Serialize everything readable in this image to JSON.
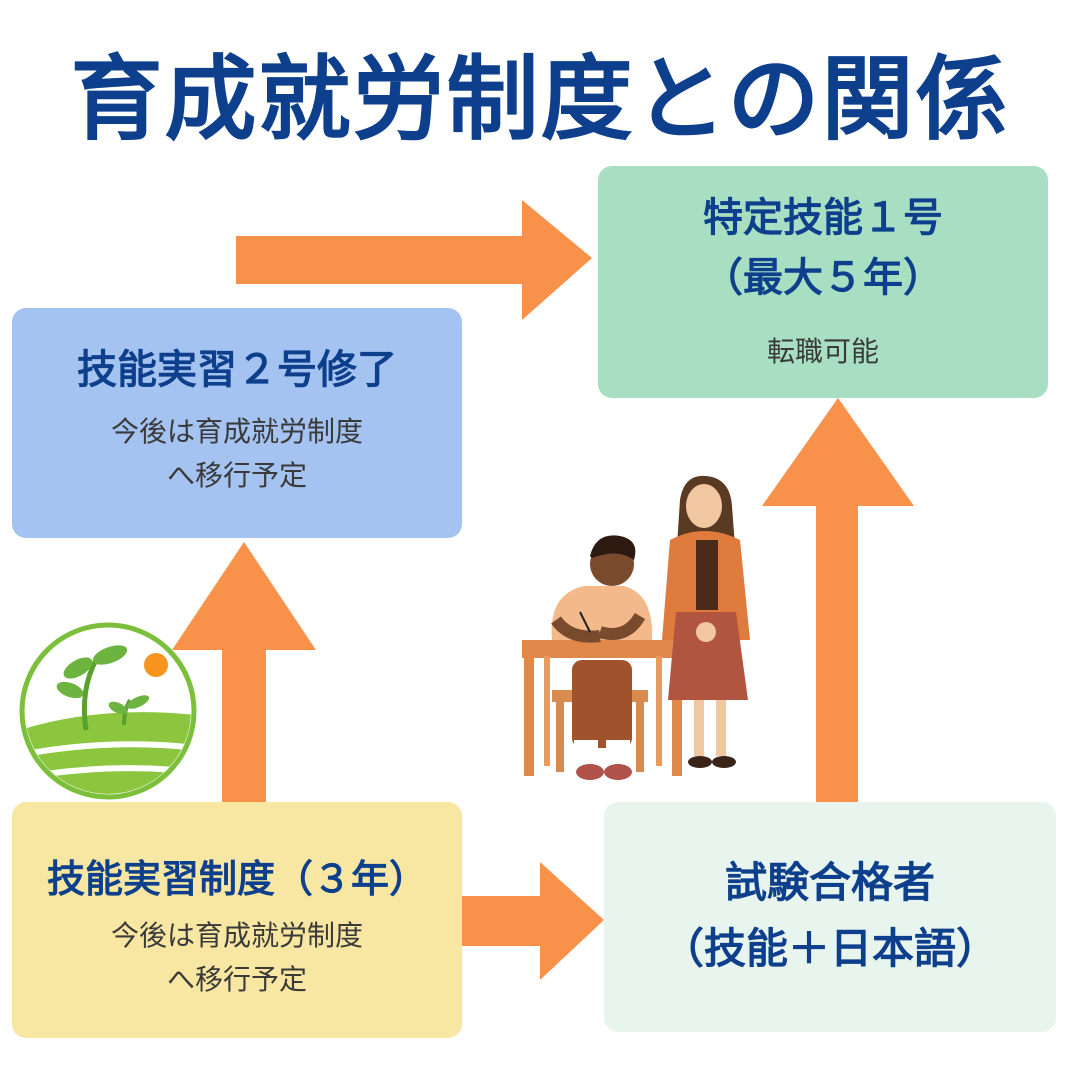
{
  "title": "育成就労制度との関係",
  "boxes": {
    "tokutei": {
      "heading_line1": "特定技能１号",
      "heading_line2": "（最大５年）",
      "sub": "転職可能"
    },
    "gino2": {
      "heading": "技能実習２号修了",
      "sub_line1": "今後は育成就労制度",
      "sub_line2": "へ移行予定"
    },
    "gino_seido": {
      "heading": "技能実習制度（３年）",
      "sub_line1": "今後は育成就労制度",
      "sub_line2": "へ移行予定"
    },
    "shiken": {
      "heading_line1": "試験合格者",
      "heading_line2": "（技能＋日本語）"
    }
  },
  "colors": {
    "title": "#0d3f8c",
    "arrow": "#f8914a",
    "tokutei_bg": "#a8dfc2",
    "gino2_bg": "#a4c3f1",
    "gino_seido_bg": "#f8e7a2",
    "shiken_bg": "#e8f5ee"
  },
  "icons": [
    "sprout-logo-icon",
    "student-teacher-illustration"
  ]
}
